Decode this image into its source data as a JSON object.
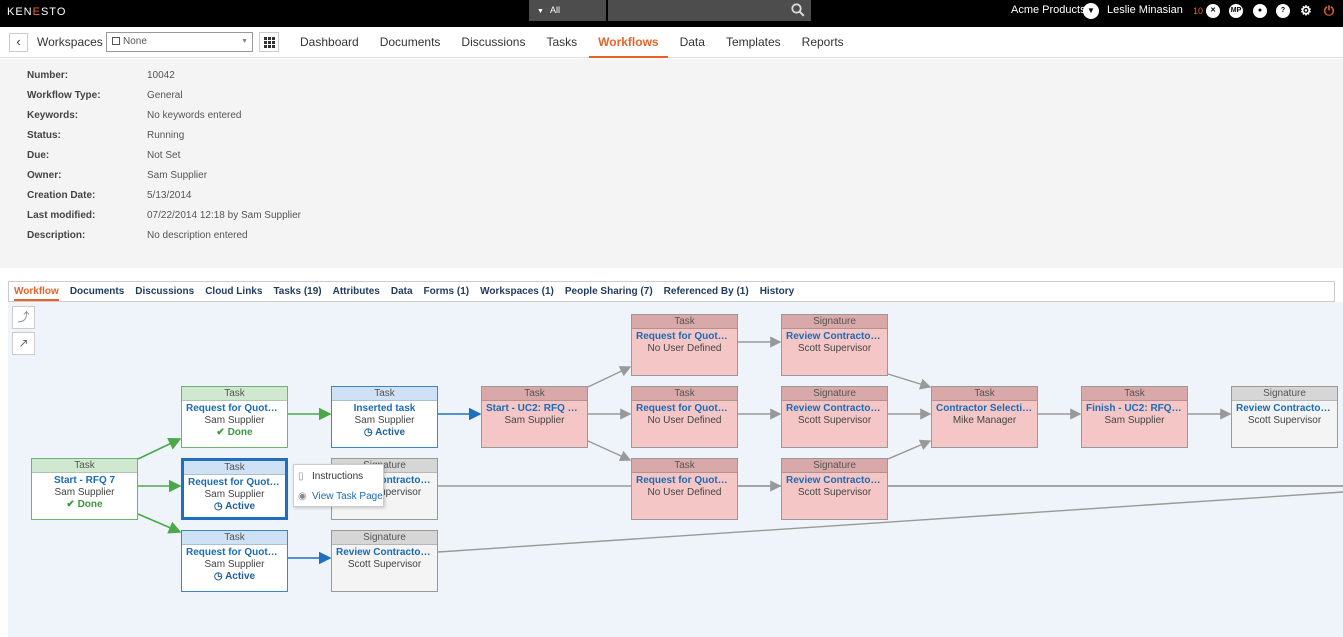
{
  "topbar": {
    "logo_pre": "KEN",
    "logo_o": "E",
    "logo_post": "STO",
    "search_scope": "All",
    "account": "Acme Products",
    "user": "Leslie Minasian",
    "notification_count": "10",
    "mp_badge": "MP"
  },
  "nav": {
    "workspaces_label": "Workspaces",
    "workspace_value": "None",
    "links": [
      "Dashboard",
      "Documents",
      "Discussions",
      "Tasks",
      "Workflows",
      "Data",
      "Templates",
      "Reports"
    ],
    "active": "Workflows"
  },
  "details": [
    {
      "label": "Number:",
      "value": "10042"
    },
    {
      "label": "Workflow Type:",
      "value": "General"
    },
    {
      "label": "Keywords:",
      "value": "No keywords entered"
    },
    {
      "label": "Status:",
      "value": "Running"
    },
    {
      "label": "Due:",
      "value": "Not Set"
    },
    {
      "label": "Owner:",
      "value": "Sam Supplier"
    },
    {
      "label": "Creation Date:",
      "value": "5/13/2014"
    },
    {
      "label": "Last modified:",
      "value": "07/22/2014 12:18 by Sam Supplier"
    },
    {
      "label": "Description:",
      "value": "No description entered"
    }
  ],
  "tabs": [
    "Workflow",
    "Documents",
    "Discussions",
    "Cloud Links",
    "Tasks (19)",
    "Attributes",
    "Data",
    "Forms (1)",
    "Workspaces (1)",
    "People Sharing (7)",
    "Referenced By (1)",
    "History"
  ],
  "active_tab": "Workflow",
  "nodes": [
    {
      "id": "n1",
      "type": "Task",
      "title": "Start - RFQ 7",
      "owner": "Sam Supplier",
      "status": "Done",
      "style": "green"
    },
    {
      "id": "n2",
      "type": "Task",
      "title": "Request for Quote ...",
      "owner": "Sam Supplier",
      "status": "Done",
      "style": "green"
    },
    {
      "id": "n3",
      "type": "Task",
      "title": "Request for Quote ...",
      "owner": "Sam Supplier",
      "status": "Active",
      "style": "blue sel"
    },
    {
      "id": "n4",
      "type": "Task",
      "title": "Request for Quote ...",
      "owner": "Sam Supplier",
      "status": "Active",
      "style": "blue"
    },
    {
      "id": "n5",
      "type": "Task",
      "title": "Inserted task",
      "owner": "Sam Supplier",
      "status": "Active",
      "style": "blue"
    },
    {
      "id": "n6",
      "type": "Signature",
      "title": "Review Contractor ...",
      "owner": "Scott Supervisor",
      "status": "",
      "style": "grey"
    },
    {
      "id": "n7",
      "type": "Signature",
      "title": "Review Contractor ...",
      "owner": "Scott Supervisor",
      "status": "",
      "style": "grey"
    },
    {
      "id": "n8",
      "type": "Task",
      "title": "Start - UC2: RFQ UC...",
      "owner": "Sam Supplier",
      "status": "",
      "style": "red"
    },
    {
      "id": "n9",
      "type": "Task",
      "title": "Request for Quote ...",
      "owner": "No User Defined",
      "status": "",
      "style": "red"
    },
    {
      "id": "n10",
      "type": "Task",
      "title": "Request for Quote ...",
      "owner": "No User Defined",
      "status": "",
      "style": "red"
    },
    {
      "id": "n11",
      "type": "Task",
      "title": "Request for Quote ...",
      "owner": "No User Defined",
      "status": "",
      "style": "red"
    },
    {
      "id": "n12",
      "type": "Signature",
      "title": "Review Contractor ...",
      "owner": "Scott Supervisor",
      "status": "",
      "style": "red"
    },
    {
      "id": "n13",
      "type": "Signature",
      "title": "Review Contractor ...",
      "owner": "Scott Supervisor",
      "status": "",
      "style": "red"
    },
    {
      "id": "n14",
      "type": "Signature",
      "title": "Review Contractor ...",
      "owner": "Scott Supervisor",
      "status": "",
      "style": "red"
    },
    {
      "id": "n15",
      "type": "Task",
      "title": "Contractor Selectio...",
      "owner": "Mike Manager",
      "status": "",
      "style": "red"
    },
    {
      "id": "n16",
      "type": "Task",
      "title": "Finish - UC2: RFQ U...",
      "owner": "Sam Supplier",
      "status": "",
      "style": "red"
    },
    {
      "id": "n17",
      "type": "Signature",
      "title": "Review Contractor ...",
      "owner": "Scott Supervisor",
      "status": "",
      "style": "grey"
    }
  ],
  "popup": {
    "instructions": "Instructions",
    "view_task_page": "View Task Page"
  },
  "colors": {
    "accent": "#e8632b",
    "link": "#1a6bb5",
    "done": "#3a9a3a",
    "active": "#1f5f9f"
  }
}
